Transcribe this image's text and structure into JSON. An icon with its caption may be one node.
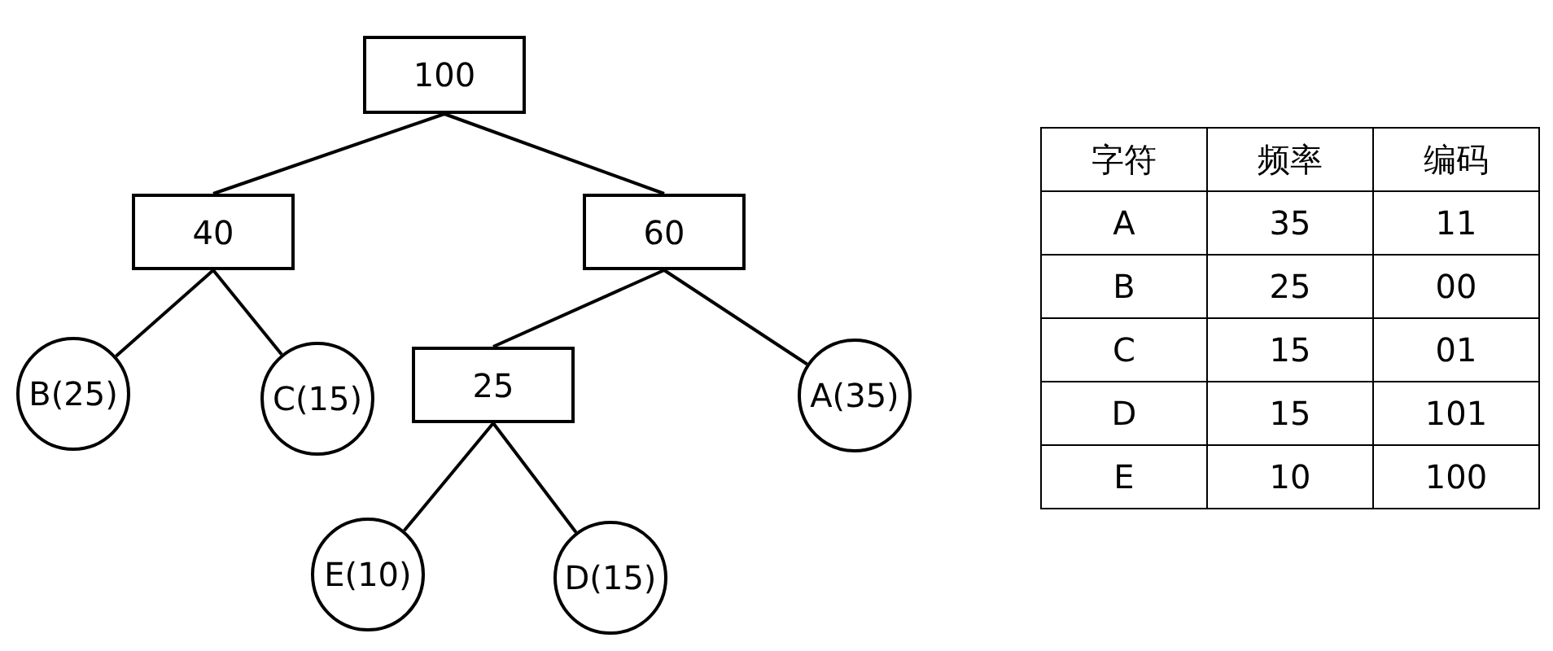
{
  "diagram": {
    "nodes": [
      {
        "text": [
          "100"
        ]
      },
      {
        "text": [
          "40"
        ]
      },
      {
        "text": [
          "60"
        ]
      },
      {
        "text": [
          "B(25)"
        ]
      },
      {
        "text": [
          "C(15)"
        ]
      },
      {
        "text": [
          "25"
        ]
      },
      {
        "text": [
          "A(35)"
        ]
      },
      {
        "text": [
          "E(10)"
        ]
      },
      {
        "text": [
          "D(15)"
        ]
      }
    ],
    "edges": [
      {
        "from": 0,
        "to": 1,
        "arrow": "none"
      },
      {
        "from": 0,
        "to": 2,
        "arrow": "none"
      },
      {
        "from": 1,
        "to": 3,
        "arrow": "none"
      },
      {
        "from": 1,
        "to": 4,
        "arrow": "none"
      },
      {
        "from": 2,
        "to": 5,
        "arrow": "none"
      },
      {
        "from": 2,
        "to": 6,
        "arrow": "none"
      },
      {
        "from": 5,
        "to": 7,
        "arrow": "none"
      },
      {
        "from": 5,
        "to": 8,
        "arrow": "none"
      }
    ],
    "labels": [
      "字符",
      "频率",
      "编码",
      "A",
      "35",
      "11",
      "B",
      "25",
      "00",
      "C",
      "15",
      "01",
      "D",
      "15",
      "101",
      "E",
      "10",
      "100"
    ]
  }
}
